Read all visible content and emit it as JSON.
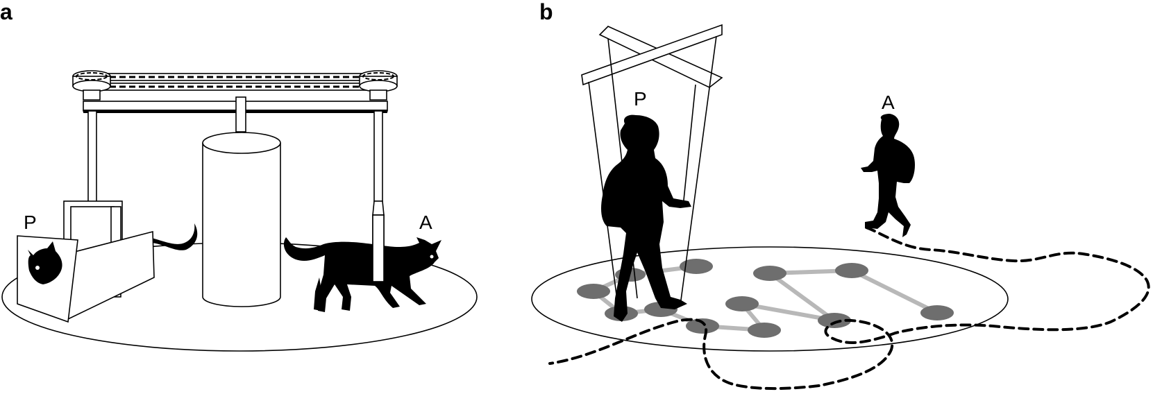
{
  "panels": {
    "a": {
      "letter": "a",
      "passive_label": "P",
      "active_label": "A"
    },
    "b": {
      "letter": "b",
      "passive_label": "P",
      "active_label": "A"
    }
  },
  "colors": {
    "ink": "#000000",
    "network_node": "#6e6e6e",
    "network_edge": "#b8b8b8"
  },
  "icons": {
    "panel_a": [
      "passive-cat-icon",
      "active-cat-icon",
      "gondola-carousel-icon"
    ],
    "panel_b": [
      "passive-child-icon",
      "active-child-icon",
      "suspension-frame-icon"
    ]
  }
}
